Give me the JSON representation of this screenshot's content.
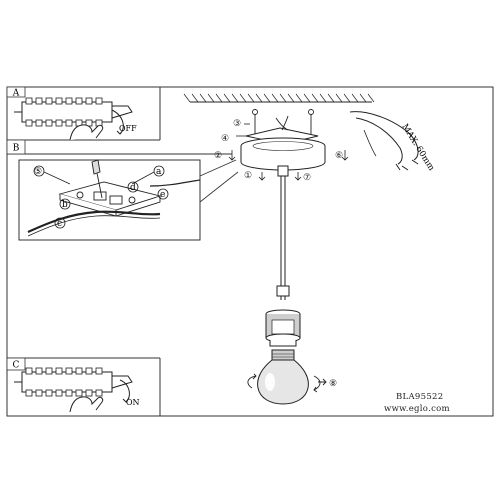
{
  "sections": {
    "a": {
      "letter": "A",
      "state": "OFF"
    },
    "b": {
      "letter": "B"
    },
    "c": {
      "letter": "C",
      "state": "ON"
    }
  },
  "detail_callouts": [
    "⑤",
    "a",
    "b",
    "c",
    "d",
    "e"
  ],
  "step_markers": [
    "①",
    "②",
    "③",
    "④",
    "⑤",
    "⑥",
    "⑦",
    "⑧"
  ],
  "cable_label": "MAX. 60mm",
  "model_code": "BLA95522",
  "website": "www.eglo.com",
  "colors": {
    "line": "#222222",
    "frame": "#333333",
    "metal": "#cfcfcf",
    "bulb": "#e6e6e6"
  }
}
